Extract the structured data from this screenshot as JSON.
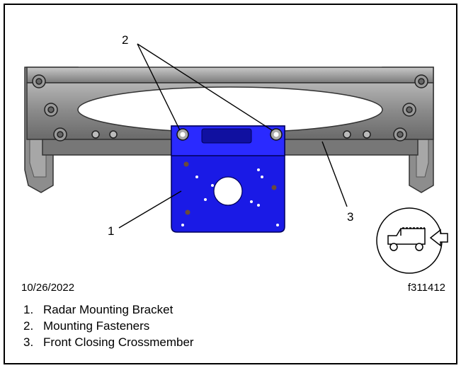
{
  "figure": {
    "date": "10/26/2022",
    "figure_id": "f311412",
    "callouts": [
      "1",
      "2",
      "3"
    ],
    "legend": [
      {
        "num": "1.",
        "label": "Radar Mounting Bracket"
      },
      {
        "num": "2.",
        "label": "Mounting Fasteners"
      },
      {
        "num": "3.",
        "label": "Front Closing Crossmember"
      }
    ],
    "colors": {
      "bracket": "#1a1ae6",
      "crossmember": "#8c8c8c",
      "crossmember_dark": "#5a5a5a",
      "line": "#000000"
    },
    "orientation_icon": "truck-front-direction-icon"
  }
}
